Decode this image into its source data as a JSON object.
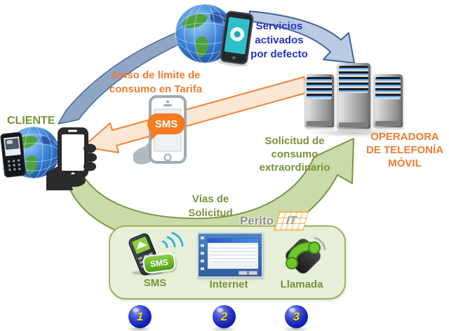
{
  "flow": {
    "top_label": "Servicios\nactivados\npor defecto",
    "notice_label": "Aviso de límite de\nconsumo en Tarifa",
    "request_label": "Solicitud de\nconsumo\nextraordinario",
    "channels_label": "Vías de\nSolicitud"
  },
  "actors": {
    "client_label": "CLIENTE",
    "operator_label": "OPERADORA\nDE TELEFONÍA\nMÓVIL"
  },
  "sms": {
    "bubble_text": "SMS"
  },
  "channels": {
    "items": [
      {
        "label": "SMS",
        "badge": "SMS",
        "step": "1"
      },
      {
        "label": "Internet",
        "step": "2"
      },
      {
        "label": "Llamada",
        "step": "3"
      }
    ]
  },
  "brand": {
    "name": "Perito",
    "suffix": "IT"
  },
  "colors": {
    "orange_text": "#ED7D31",
    "green_text": "#77933C",
    "blue_text": "#2433BC",
    "blue_arrow_fill": "#B9CBE3",
    "blue_arrow_stroke": "#3F6399",
    "blue_swoosh_fill": "#8FA6C4",
    "orange_band_fill": "#FCE6D4",
    "orange_band_stroke": "#EF8434",
    "green_arrow_fill": "#CBDAA9",
    "green_arrow_stroke": "#7A9640",
    "box_fill": "#E8EFD9",
    "box_border": "#9BB55A",
    "sms_bubble": "#F47B20",
    "sphere_number": "#F5E000"
  }
}
